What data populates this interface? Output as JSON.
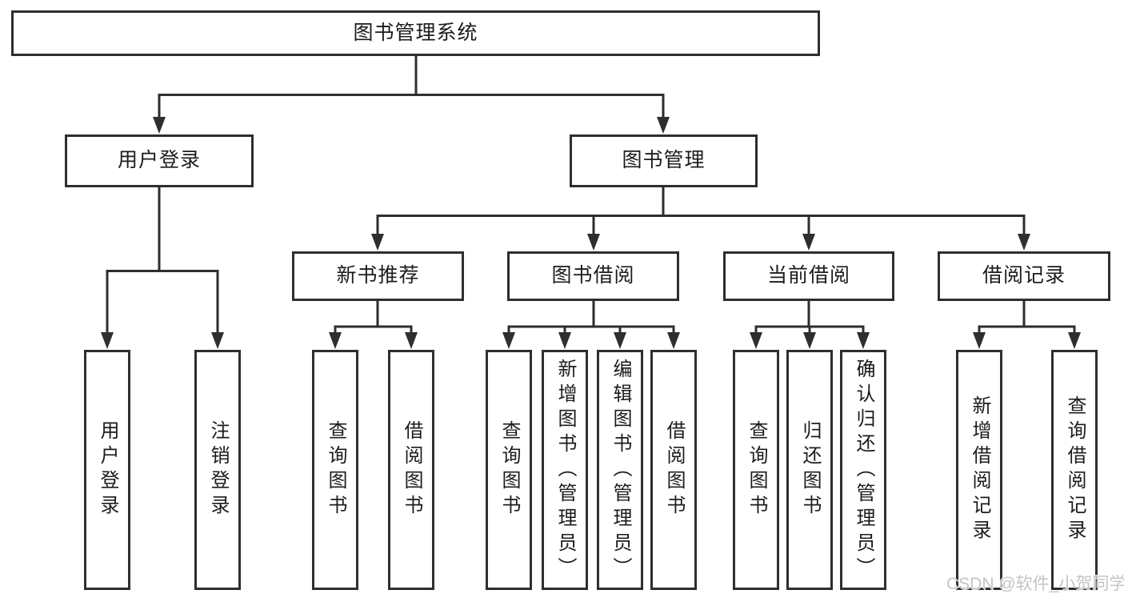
{
  "diagram": {
    "root": {
      "label": "图书管理系统"
    },
    "branches": [
      {
        "label": "用户登录",
        "leaves": [
          {
            "label": "用户登录"
          },
          {
            "label": "注销登录"
          }
        ]
      },
      {
        "label": "图书管理",
        "groups": [
          {
            "label": "新书推荐",
            "leaves": [
              {
                "label": "查询图书"
              },
              {
                "label": "借阅图书"
              }
            ]
          },
          {
            "label": "图书借阅",
            "leaves": [
              {
                "label": "查询图书"
              },
              {
                "label": "新增图书（管理员）"
              },
              {
                "label": "编辑图书（管理员）"
              },
              {
                "label": "借阅图书"
              }
            ]
          },
          {
            "label": "当前借阅",
            "leaves": [
              {
                "label": "查询图书"
              },
              {
                "label": "归还图书"
              },
              {
                "label": "确认归还（管理员）"
              }
            ]
          },
          {
            "label": "借阅记录",
            "leaves": [
              {
                "label": "新增借阅记录"
              },
              {
                "label": "查询借阅记录"
              }
            ]
          }
        ]
      }
    ]
  },
  "watermark": {
    "text": "CSDN @软件_小贺同学"
  },
  "colors": {
    "line": "#2e2e2e",
    "box_border": "#2e2e2e",
    "box_fill": "#ffffff",
    "text": "#1c1c1c",
    "watermark": "#c4c4c4",
    "background": "#ffffff"
  }
}
